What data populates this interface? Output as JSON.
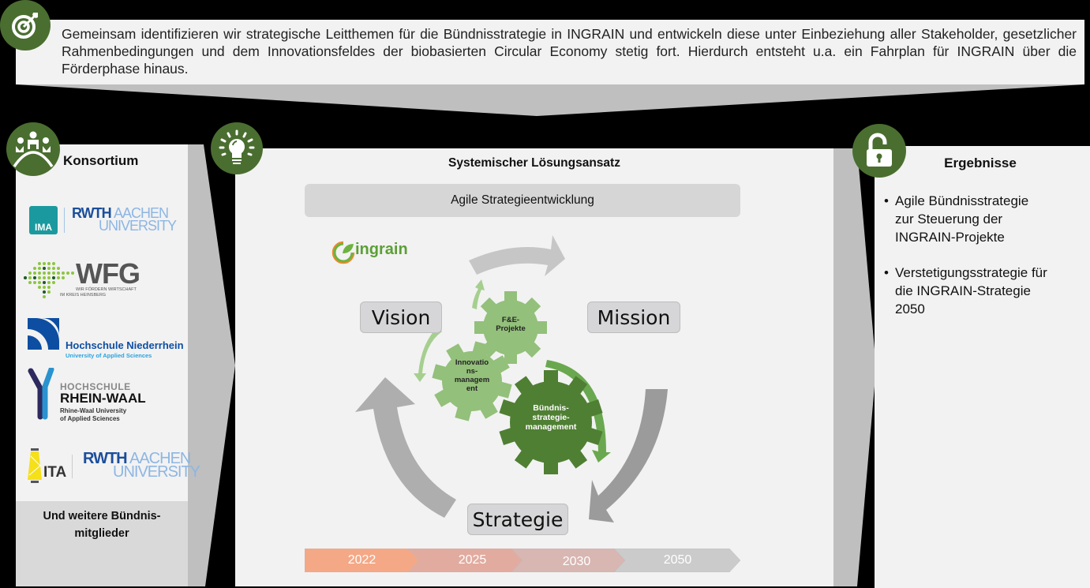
{
  "top_banner": {
    "icon": "target-icon",
    "text": "Gemeinsam identifizieren wir strategische Leitthemen für die Bündnisstrategie in INGRAIN und entwickeln diese unter Einbeziehung aller Stakeholder, gesetzlicher Rahmenbedingungen und dem Innovationsfeldes der biobasierten Circular Economy stetig fort. Hierdurch entsteht u.a. ein Fahrplan für INGRAIN über die Förderphase hinaus."
  },
  "left_panel": {
    "icon": "team-meeting-icon",
    "title": "Konsortium",
    "logos": [
      {
        "name": "IMA | RWTH Aachen University",
        "badge": "IMA",
        "primary": "RWTH",
        "secondary": "AACHEN",
        "tertiary": "UNIVERSITY"
      },
      {
        "name": "WFG",
        "title": "WFG",
        "line1": "WIR FÖRDERN WIRTSCHAFT",
        "line2": "IM KREIS HEINSBERG"
      },
      {
        "name": "Hochschule Niederrhein",
        "title": "Hochschule Niederrhein",
        "subtitle": "University of Applied Sciences"
      },
      {
        "name": "Hochschule Rhein-Waal",
        "line1": "HOCHSCHULE",
        "line2": "RHEIN-WAAL",
        "line3": "Rhine-Waal University",
        "line4": "of Applied Sciences"
      },
      {
        "name": "ITA | RWTH Aachen University",
        "badge": "ITA",
        "primary": "RWTH",
        "secondary": "AACHEN",
        "tertiary": "UNIVERSITY"
      }
    ],
    "footer": "Und weitere Bündnis-mitglieder",
    "footer_line1": "Und weitere Bündnis-",
    "footer_line2": "mitglieder"
  },
  "center_panel": {
    "icon": "lightbulb-icon",
    "title": "Systemischer Lösungsansatz",
    "banner": "Agile Strategieentwicklung",
    "logo_text": "ingrain",
    "cycle_labels": {
      "vision": "Vision",
      "mission": "Mission",
      "strategie": "Strategie"
    },
    "gears": {
      "fe": {
        "line1": "F&E-",
        "line2": "Projekte"
      },
      "innovation": {
        "line1": "Innovatio",
        "line2": "ns-",
        "line3": "managem",
        "line4": "ent"
      },
      "buendnis": {
        "line1": "Bündnis-",
        "line2": "strategie-",
        "line3": "management"
      }
    },
    "timeline": [
      {
        "label": "2022",
        "color": "#f4a886"
      },
      {
        "label": "2025",
        "color": "#e2ab9f"
      },
      {
        "label": "2030",
        "color": "#d8b6b2"
      },
      {
        "label": "2050",
        "color": "#cbcbcb"
      }
    ]
  },
  "right_panel": {
    "icon": "unlock-icon",
    "title": "Ergebnisse",
    "bullets": [
      {
        "line1": "Agile Bündnisstrategie",
        "line2": "zur Steuerung der",
        "line3": "INGRAIN-Projekte"
      },
      {
        "line1": "Verstetigungsstrategie für",
        "line2": "die INGRAIN-Strategie",
        "line3": "2050"
      }
    ]
  },
  "colors": {
    "icon_green": "#4a6e30",
    "gear_light": "#93c07a",
    "gear_dark": "#4f7f33",
    "panel_bg": "#f2f2f2",
    "connector_gray": "#bfbfbf"
  }
}
